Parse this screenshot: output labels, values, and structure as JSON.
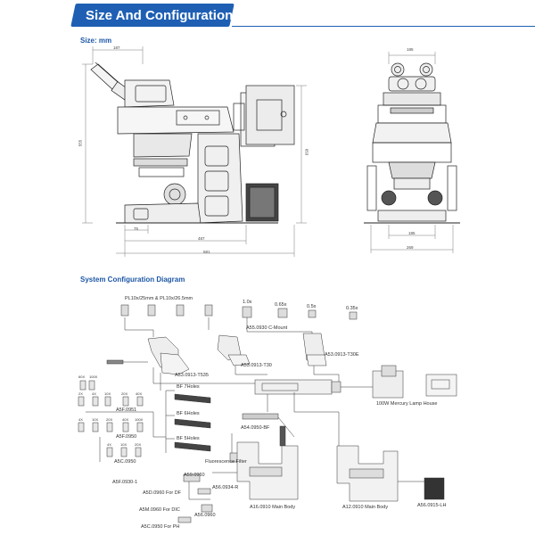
{
  "header": {
    "title": "Size And Configuration"
  },
  "size_label": "Size: mm",
  "diagram_label": "System Configuration Diagram",
  "dimensions": {
    "side_top": "187",
    "side_height_left": "555",
    "side_height_right": "653",
    "side_bottom_a": "75",
    "side_bottom_b": "487",
    "side_bottom_c": "581",
    "front_top": "185",
    "front_bottom_a": "185",
    "front_bottom_b": "269"
  },
  "parts": {
    "eyepieces": "PL10x/25mm & PL10x/26.5mm",
    "adapter_10x": "1.0x",
    "adapter_065x": "0.65x",
    "adapter_05x": "0.5x",
    "adapter_035x": "0.35x",
    "c_mount": "A55.0930 C-Mount",
    "head_t30e": "A53.0913-T30E",
    "head_t30": "A53.0913-T30",
    "head_t535": "A53.0913-T535",
    "bf7": "BF 7Holes",
    "bf6": "BF 6Holes",
    "bf5": "BF 5Holes",
    "obj_a5f0951": "A5F.0951",
    "obj_a5f0950": "A5F.0950",
    "obj_a5c0950": "A5C.0950",
    "obj_a5f0930": "A5F.0930-1",
    "lamp_house": "100W Mercury Lamp House",
    "a54_bf": "A54.0950-BF",
    "fluor_filter": "Fluorescence Filter",
    "a59": "A59.0960",
    "a56_r": "A56.0934-R",
    "a5d": "A5D.0960 For DF",
    "a5m": "A5M.0960 For DIC",
    "a56_0960": "A56.0960",
    "a5c_ph": "A5C.0950 For PH",
    "a16_body": "A16.0910 Main Body",
    "a12_body": "A12.0910 Main Body",
    "a56_lh": "A56.0915-LH",
    "obj_row1": [
      "60X",
      "100X"
    ],
    "obj_row2": [
      "2X",
      "4X",
      "10X",
      "20X",
      "40X"
    ],
    "obj_row3": [
      "4X",
      "10X",
      "20X",
      "40X",
      "100X"
    ],
    "obj_row4": [
      "4X",
      "10X",
      "20X"
    ]
  }
}
